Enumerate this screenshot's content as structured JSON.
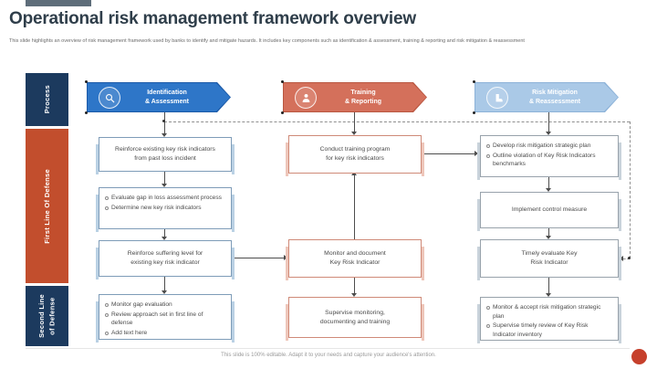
{
  "slide": {
    "title": "Operational risk management framework overview",
    "subtitle": "This slide highlights an overview of risk management framework used by banks to identify and mitigate hazards. It includes key components such as identification & assessment, training & reporting and risk mitigation  & reassessment",
    "footer": "This slide is 100% editable. Adapt it to your needs and capture your audience's attention."
  },
  "colors": {
    "navy": "#1c3a5e",
    "orange": "#c24e2d",
    "header_blue": "#2e76c8",
    "header_salmon": "#d4705b",
    "header_lightblue": "#aac9e7",
    "red_dot": "#c6402c"
  },
  "sidebar": {
    "process": "Process",
    "first_line": "First Line Of Defense",
    "second_line": "Second Line\nof Defense"
  },
  "headers": [
    {
      "label": "Identification\n& Assessment",
      "icon": "magnifier-icon"
    },
    {
      "label": "Training\n& Reporting",
      "icon": "presenter-icon"
    },
    {
      "label": "Risk Mitigation\n& Reassessment",
      "icon": "boot-icon"
    }
  ],
  "boxes": {
    "c1b1": {
      "text": "Reinforce existing key risk indicators\nfrom past loss incident"
    },
    "c1b2": {
      "items": [
        "Evaluate gap in loss assessment process",
        "Determine new key risk indicators"
      ]
    },
    "c1b3": {
      "text": "Reinforce suffering level for\nexisting key risk indicator"
    },
    "c1b4": {
      "items": [
        "Monitor gap evaluation",
        "Review approach set in first line of defense",
        "Add text here"
      ]
    },
    "c2b1": {
      "text": "Conduct training program\nfor key risk indicators"
    },
    "c2b2": {
      "text": "Monitor and document\nKey Risk Indicator"
    },
    "c2b3": {
      "text": "Supervise monitoring,\ndocumenting and training"
    },
    "c3b1": {
      "items": [
        "Develop risk mitigation strategic plan",
        "Outline violation of Key Risk Indicators benchmarks"
      ]
    },
    "c3b2": {
      "text": "Implement control measure"
    },
    "c3b3": {
      "text": "Timely evaluate Key\nRisk Indicator"
    },
    "c3b4": {
      "items": [
        "Monitor & accept risk mitigation strategic plan",
        "Supervise timely review of Key Risk Indicator inventory"
      ]
    }
  }
}
